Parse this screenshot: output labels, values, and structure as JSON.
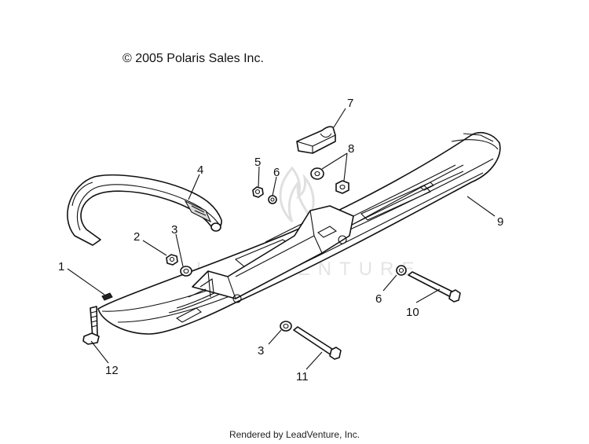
{
  "copyright": "© 2005 Polaris Sales Inc.",
  "footer": "Rendered by LeadVenture, Inc.",
  "watermark": "LEADVENTURE",
  "callouts": {
    "c1": "1",
    "c2": "2",
    "c3a": "3",
    "c3b": "3",
    "c4": "4",
    "c5": "5",
    "c6a": "6",
    "c6b": "6",
    "c7": "7",
    "c8": "8",
    "c9": "9",
    "c10": "10",
    "c11": "11",
    "c12": "12"
  }
}
